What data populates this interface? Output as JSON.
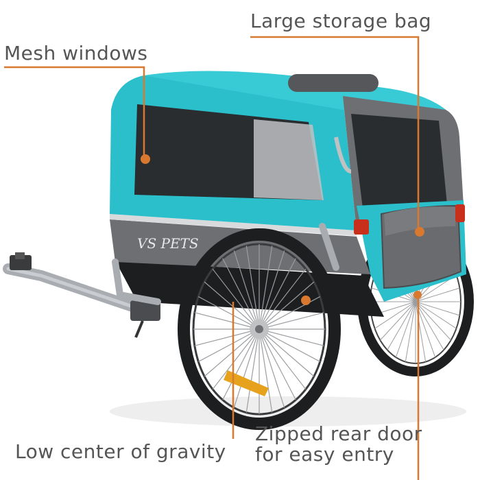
{
  "image": {
    "subject": "dog bike trailer",
    "brand_mark": "VS PETS",
    "colors": {
      "canopy": "#2bbfcb",
      "canopy_dark": "#1f9aa6",
      "panel_grey": "#6e6f72",
      "mesh": "#2a2d30",
      "frame": "#a9adb2",
      "tire": "#1d1e20",
      "reflector": "#e6a21c",
      "tail_light": "#c9301c",
      "callout": "#d9792f"
    }
  },
  "callouts": {
    "mesh_windows": "Mesh windows",
    "storage_bag": "Large storage bag",
    "low_center": "Low center of gravity",
    "rear_door_line1": "Zipped rear door",
    "rear_door_line2": "for easy entry"
  }
}
